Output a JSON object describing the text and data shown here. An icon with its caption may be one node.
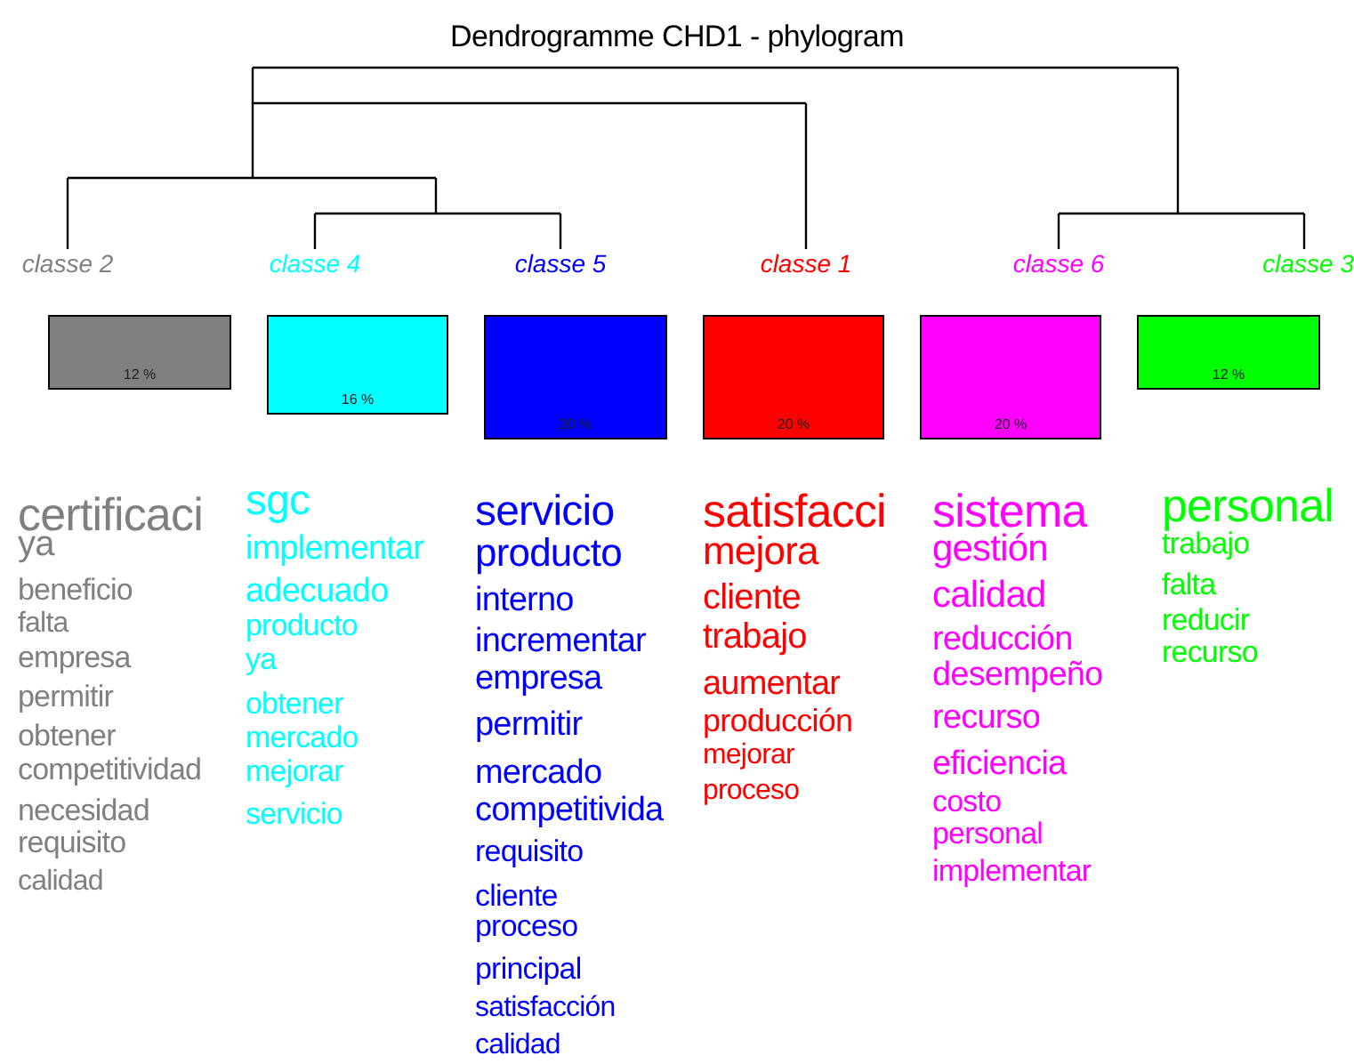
{
  "diagram": {
    "title": "Dendrogramme CHD1 - phylogram",
    "nodes": [
      {
        "text": [
          "12 %"
        ],
        "beside": [
          "classe 2"
        ]
      },
      {
        "text": [
          "16 %"
        ],
        "beside": [
          "classe 4"
        ]
      },
      {
        "text": [
          "20 %"
        ],
        "beside": [
          "classe 5"
        ]
      },
      {
        "text": [
          "20 %"
        ],
        "beside": [
          "classe 1"
        ]
      },
      {
        "text": [
          "20 %"
        ],
        "beside": [
          "classe 6"
        ]
      },
      {
        "text": [
          "12 %"
        ],
        "beside": [
          "classe 3"
        ]
      }
    ],
    "labels": [
      "certificaci",
      "ya",
      "beneficio",
      "falta",
      "empresa",
      "permitir",
      "obtener",
      "competitividad",
      "necesidad",
      "requisito",
      "calidad",
      "sgc",
      "implementar",
      "adecuado",
      "producto",
      "ya",
      "obtener",
      "mercado",
      "mejorar",
      "servicio",
      "servicio",
      "producto",
      "interno",
      "incrementar",
      "empresa",
      "permitir",
      "mercado",
      "competitivida",
      "requisito",
      "cliente",
      "proceso",
      "principal",
      "satisfacción",
      "calidad",
      "satisfacci",
      "mejora",
      "cliente",
      "trabajo",
      "aumentar",
      "producción",
      "mejorar",
      "proceso",
      "sistema",
      "gestión",
      "calidad",
      "reducción",
      "desempeño",
      "recurso",
      "eficiencia",
      "costo",
      "personal",
      "implementar",
      "personal",
      "trabajo",
      "falta",
      "reducir",
      "recurso"
    ]
  }
}
